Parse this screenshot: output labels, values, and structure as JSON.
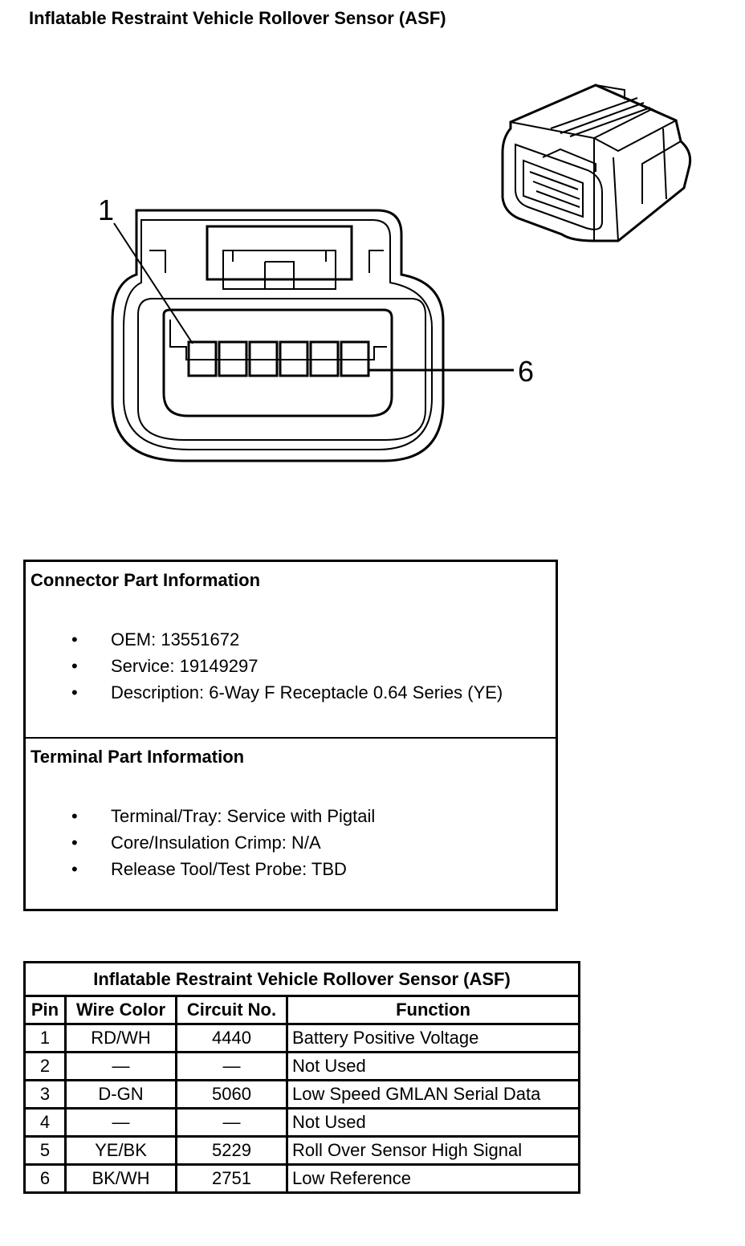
{
  "page": {
    "title": "Inflatable Restraint Vehicle Rollover Sensor (ASF)"
  },
  "diagram": {
    "pin_label_first": "1",
    "pin_label_last": "6"
  },
  "connector_info": {
    "heading": "Connector Part Information",
    "items": [
      "OEM: 13551672",
      "Service: 19149297",
      "Description: 6-Way F Receptacle 0.64 Series (YE)"
    ]
  },
  "terminal_info": {
    "heading": "Terminal Part Information",
    "items": [
      "Terminal/Tray: Service with Pigtail",
      "Core/Insulation Crimp: N/A",
      "Release Tool/Test Probe: TBD"
    ]
  },
  "bullet": "•",
  "pin_table": {
    "caption": "Inflatable Restraint Vehicle Rollover Sensor (ASF)",
    "headers": [
      "Pin",
      "Wire Color",
      "Circuit No.",
      "Function"
    ],
    "rows": [
      [
        "1",
        "RD/WH",
        "4440",
        "Battery Positive Voltage"
      ],
      [
        "2",
        "—",
        "—",
        "Not Used"
      ],
      [
        "3",
        "D-GN",
        "5060",
        "Low Speed GMLAN Serial Data"
      ],
      [
        "4",
        "—",
        "—",
        "Not Used"
      ],
      [
        "5",
        "YE/BK",
        "5229",
        "Roll Over Sensor High Signal"
      ],
      [
        "6",
        "BK/WH",
        "2751",
        "Low Reference"
      ]
    ]
  }
}
